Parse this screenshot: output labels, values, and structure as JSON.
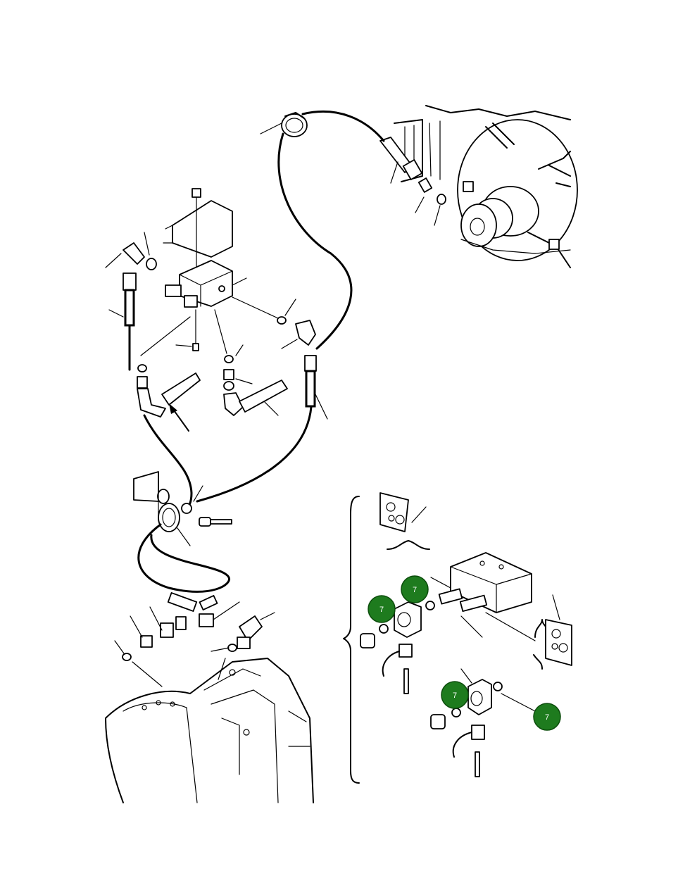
{
  "diagram": {
    "callouts": [
      {
        "id": "callout-1",
        "label": "7"
      },
      {
        "id": "callout-2",
        "label": "7"
      },
      {
        "id": "callout-3",
        "label": "7"
      },
      {
        "id": "callout-4",
        "label": "7"
      }
    ],
    "colors": {
      "callout": "#1e7b1e",
      "line": "#000000",
      "background": "#ffffff"
    }
  }
}
